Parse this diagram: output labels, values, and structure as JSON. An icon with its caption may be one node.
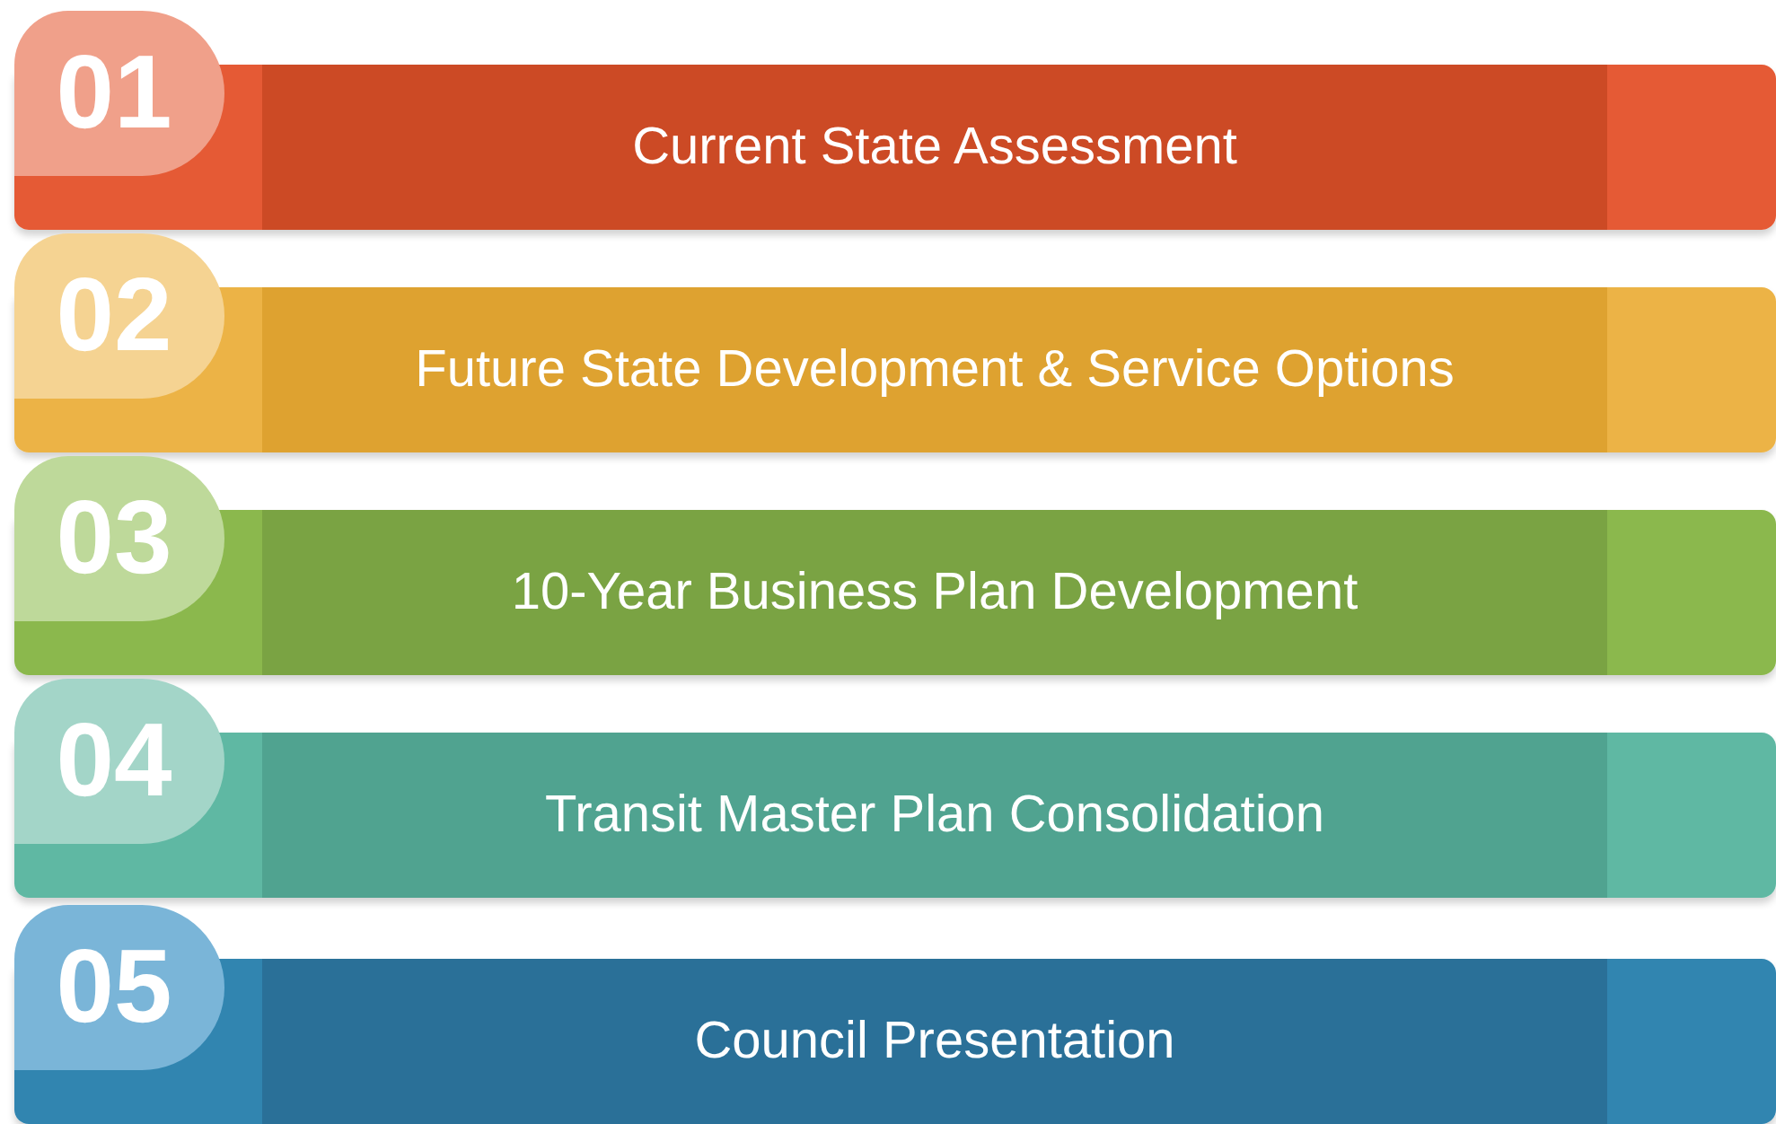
{
  "diagram": {
    "nodes": [
      {
        "text": [
          "01",
          "Current State Assessment"
        ]
      },
      {
        "text": [
          "02",
          "Future State Development & Service Options"
        ]
      },
      {
        "text": [
          "03",
          "10-Year Business Plan Development"
        ]
      },
      {
        "text": [
          "04",
          "Transit Master Plan Consolidation"
        ]
      },
      {
        "text": [
          "05",
          "Council Presentation"
        ]
      }
    ]
  }
}
